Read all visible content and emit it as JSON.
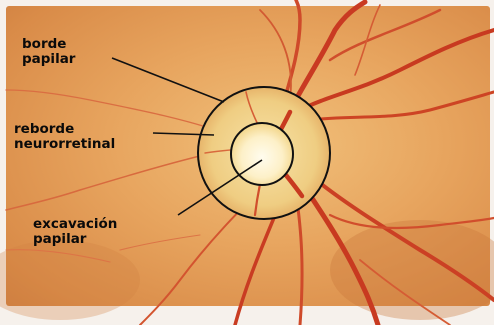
{
  "image": {
    "subject": "optic disc (fundus photograph)",
    "colors": {
      "background_edges": "#f4eee8",
      "retina": "#e6a45c",
      "retina_dark": "#c97638",
      "vessel": "#c83a20",
      "disc_ring": "#f3d98a",
      "cup": "#fff6d6",
      "outline": "#111111"
    }
  },
  "labels": {
    "borde_papilar": [
      "borde",
      "papilar"
    ],
    "reborde_neurorretinal": [
      "reborde",
      "neurorretinal"
    ],
    "excavacion_papilar": [
      "excavación",
      "papilar"
    ]
  }
}
